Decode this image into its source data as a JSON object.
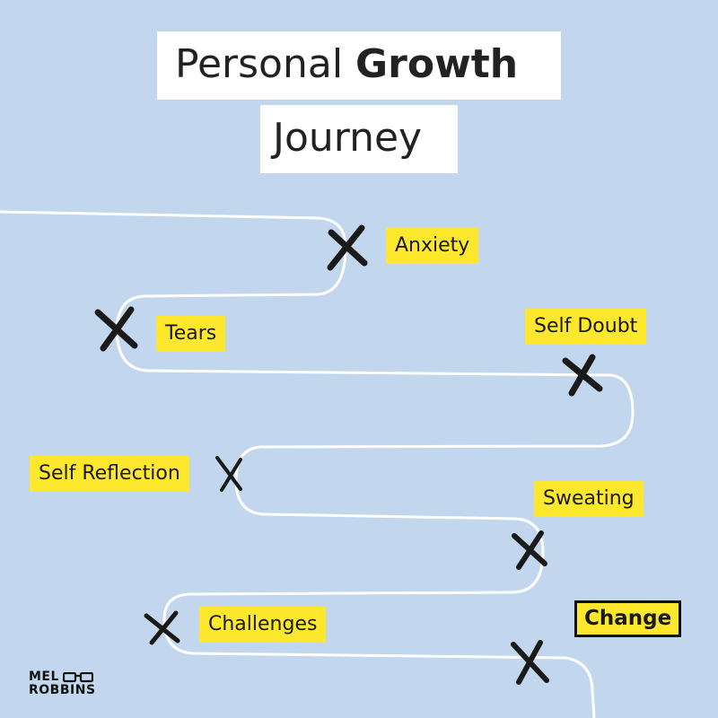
{
  "title": {
    "line1_prefix": "Personal ",
    "line1_bold": "Growth",
    "line2": "Journey"
  },
  "milestones": [
    {
      "id": "anxiety",
      "label": "Anxiety"
    },
    {
      "id": "tears",
      "label": "Tears"
    },
    {
      "id": "self-doubt",
      "label": "Self Doubt"
    },
    {
      "id": "self-reflection",
      "label": "Self Reflection"
    },
    {
      "id": "sweating",
      "label": "Sweating"
    },
    {
      "id": "challenges",
      "label": "Challenges"
    },
    {
      "id": "change",
      "label": "Change"
    }
  ],
  "brand": {
    "line1": "MEL",
    "line2": "ROBBINS"
  },
  "colors": {
    "background": "#c2d7ee",
    "highlight": "#fde82e",
    "path": "#ffffff",
    "mark": "#1a1a1a"
  },
  "icons": {
    "milestone_marker": "x-mark-icon",
    "brand_glasses": "glasses-icon"
  }
}
